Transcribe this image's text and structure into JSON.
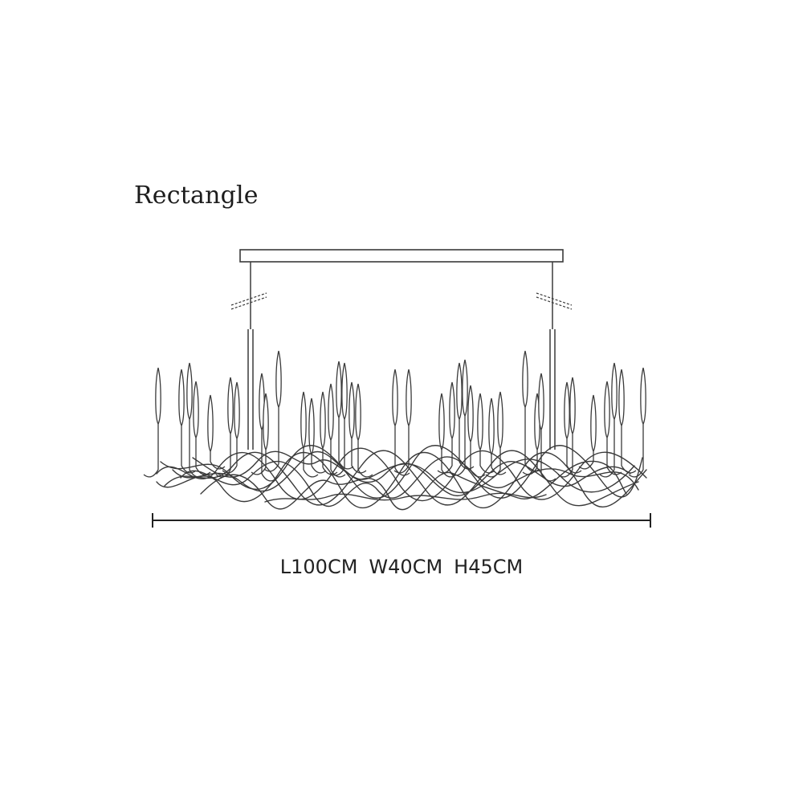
{
  "title": "Rectangle",
  "dimensions": {
    "length": "L100CM",
    "width": "W40CM",
    "height": "H45CM"
  },
  "icons": {
    "fixture": "chandelier-line-drawing",
    "measure": "dimension-line-icon"
  },
  "colors": {
    "line": "#3a3a3a",
    "background": "#ffffff"
  }
}
